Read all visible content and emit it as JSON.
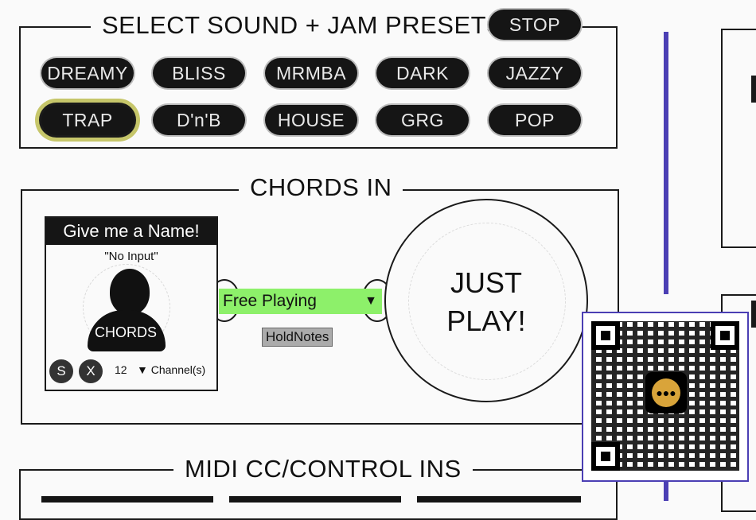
{
  "presets": {
    "title": "SELECT SOUND + JAM PRESETS",
    "stop_label": "STOP",
    "items": [
      "DREAMY",
      "BLISS",
      "MRMBA",
      "DARK",
      "JAZZY",
      "TRAP",
      "D'n'B",
      "HOUSE",
      "GRG",
      "POP"
    ],
    "selected": "TRAP"
  },
  "chords": {
    "title": "CHORDS IN",
    "input_card": {
      "name": "Give me a Name!",
      "status": "\"No Input\"",
      "avatar_label": "CHORDS",
      "solo_label": "S",
      "mute_label": "X",
      "channel_count": "12",
      "channel_label": "▼ Channel(s)"
    },
    "mode_dropdown": {
      "value": "Free Playing",
      "arrow": "▼"
    },
    "hold_notes_label": "HoldNotes",
    "just_play_line1": "JUST",
    "just_play_line2": "PLAY!"
  },
  "midi": {
    "title": "MIDI CC/CONTROL INS"
  },
  "colors": {
    "accent": "#4b3fb4",
    "selected_ring": "#c6c66a",
    "dropdown": "#8df06a",
    "pill": "#151515"
  },
  "icons": {
    "avatar": "person-silhouette-icon",
    "qr": "qr-code",
    "qr_logo": "group-logo-icon"
  }
}
